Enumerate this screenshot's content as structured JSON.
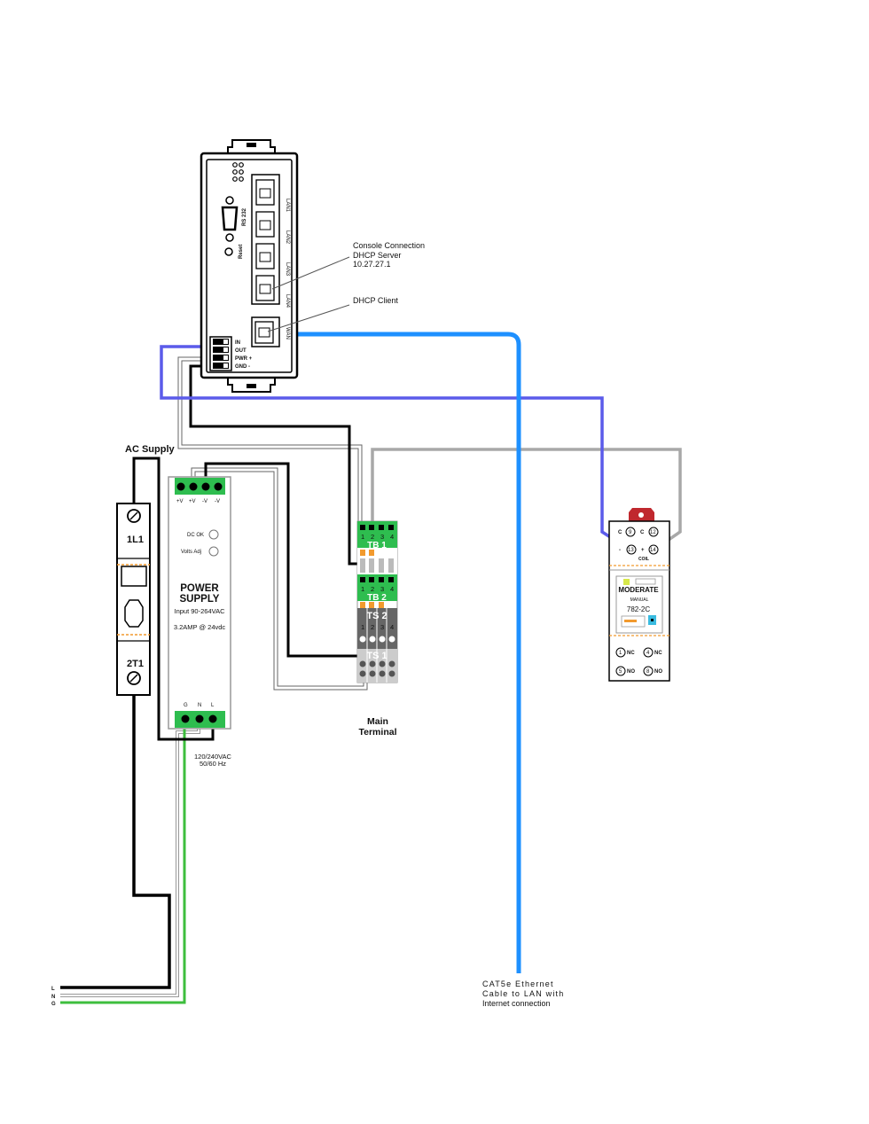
{
  "router": {
    "lan_ports": [
      "LAN1",
      "LAN2",
      "LAN3",
      "LAN4"
    ],
    "wan_port": "WAN",
    "serial_label": "RS 232",
    "reset_label": "Reset",
    "terminal_labels": [
      "IN",
      "OUT",
      "PWR +",
      "GND -"
    ]
  },
  "callouts": {
    "console": [
      "Console Connection",
      "DHCP Server",
      "10.27.27.1"
    ],
    "dhcp_client": "DHCP Client"
  },
  "ac_supply": {
    "title": "AC Supply",
    "top_terminal": "1L1",
    "bottom_terminal": "2T1"
  },
  "power_supply": {
    "output_labels": [
      "+V",
      "+V",
      "-V",
      "-V"
    ],
    "dc_ok": "DC OK",
    "volts_adj": "Volts Adj",
    "title_line1": "POWER",
    "title_line2": "SUPPLY",
    "input": "Input 90-264VAC",
    "rating": "3.2AMP @ 24vdc",
    "input_labels": [
      "G",
      "N",
      "L"
    ],
    "mains_line1": "120/240VAC",
    "mains_line2": "50/60 Hz"
  },
  "terminal_block": {
    "tb1": "TB 1",
    "tb2": "TB 2",
    "ts2": "TS 2",
    "ts1": "TS 1",
    "pins": [
      "1",
      "2",
      "3",
      "4"
    ],
    "title_line1": "Main",
    "title_line2": "Terminal"
  },
  "relay": {
    "top_row": [
      "C",
      "9",
      "C",
      "12"
    ],
    "coil_row": [
      "-",
      "13",
      "+",
      "14"
    ],
    "coil_label": "COIL",
    "brand": "MODERATE",
    "mode": "MANUAL",
    "model": "782-2C",
    "contacts": [
      {
        "num": "1",
        "type": "NC"
      },
      {
        "num": "4",
        "type": "NC"
      },
      {
        "num": "5",
        "type": "NO"
      },
      {
        "num": "8",
        "type": "NO"
      }
    ]
  },
  "mains_labels": [
    "L",
    "N",
    "G"
  ],
  "ethernet_note": [
    "CAT5e Ethernet",
    "Cable to LAN with",
    "Internet connection"
  ],
  "colors": {
    "ethernet": "#1E90FF",
    "coil_wire": "#5B5BEA",
    "relay_wire": "#A8A8A8",
    "ground": "#3DBE3D",
    "terminal_green": "#2EBD4F",
    "fuse_orange": "#F29A2E",
    "relay_top": "#C0282E"
  }
}
